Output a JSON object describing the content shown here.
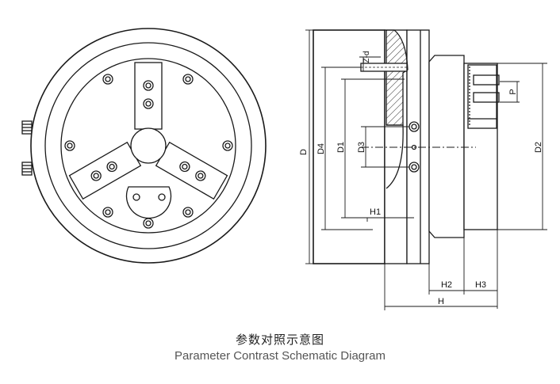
{
  "caption": {
    "chinese": "参数对照示意图",
    "english": "Parameter Contrast Schematic Diagram"
  },
  "dimension_labels": {
    "d": "D",
    "d4": "D4",
    "d1": "D1",
    "d3": "D3",
    "d2": "D2",
    "z_d": "Z-d",
    "p": "P",
    "h1": "H1",
    "h2": "H2",
    "h3": "H3",
    "h": "H"
  },
  "colors": {
    "line": "#1a1a1a",
    "fill": "#ffffff"
  }
}
